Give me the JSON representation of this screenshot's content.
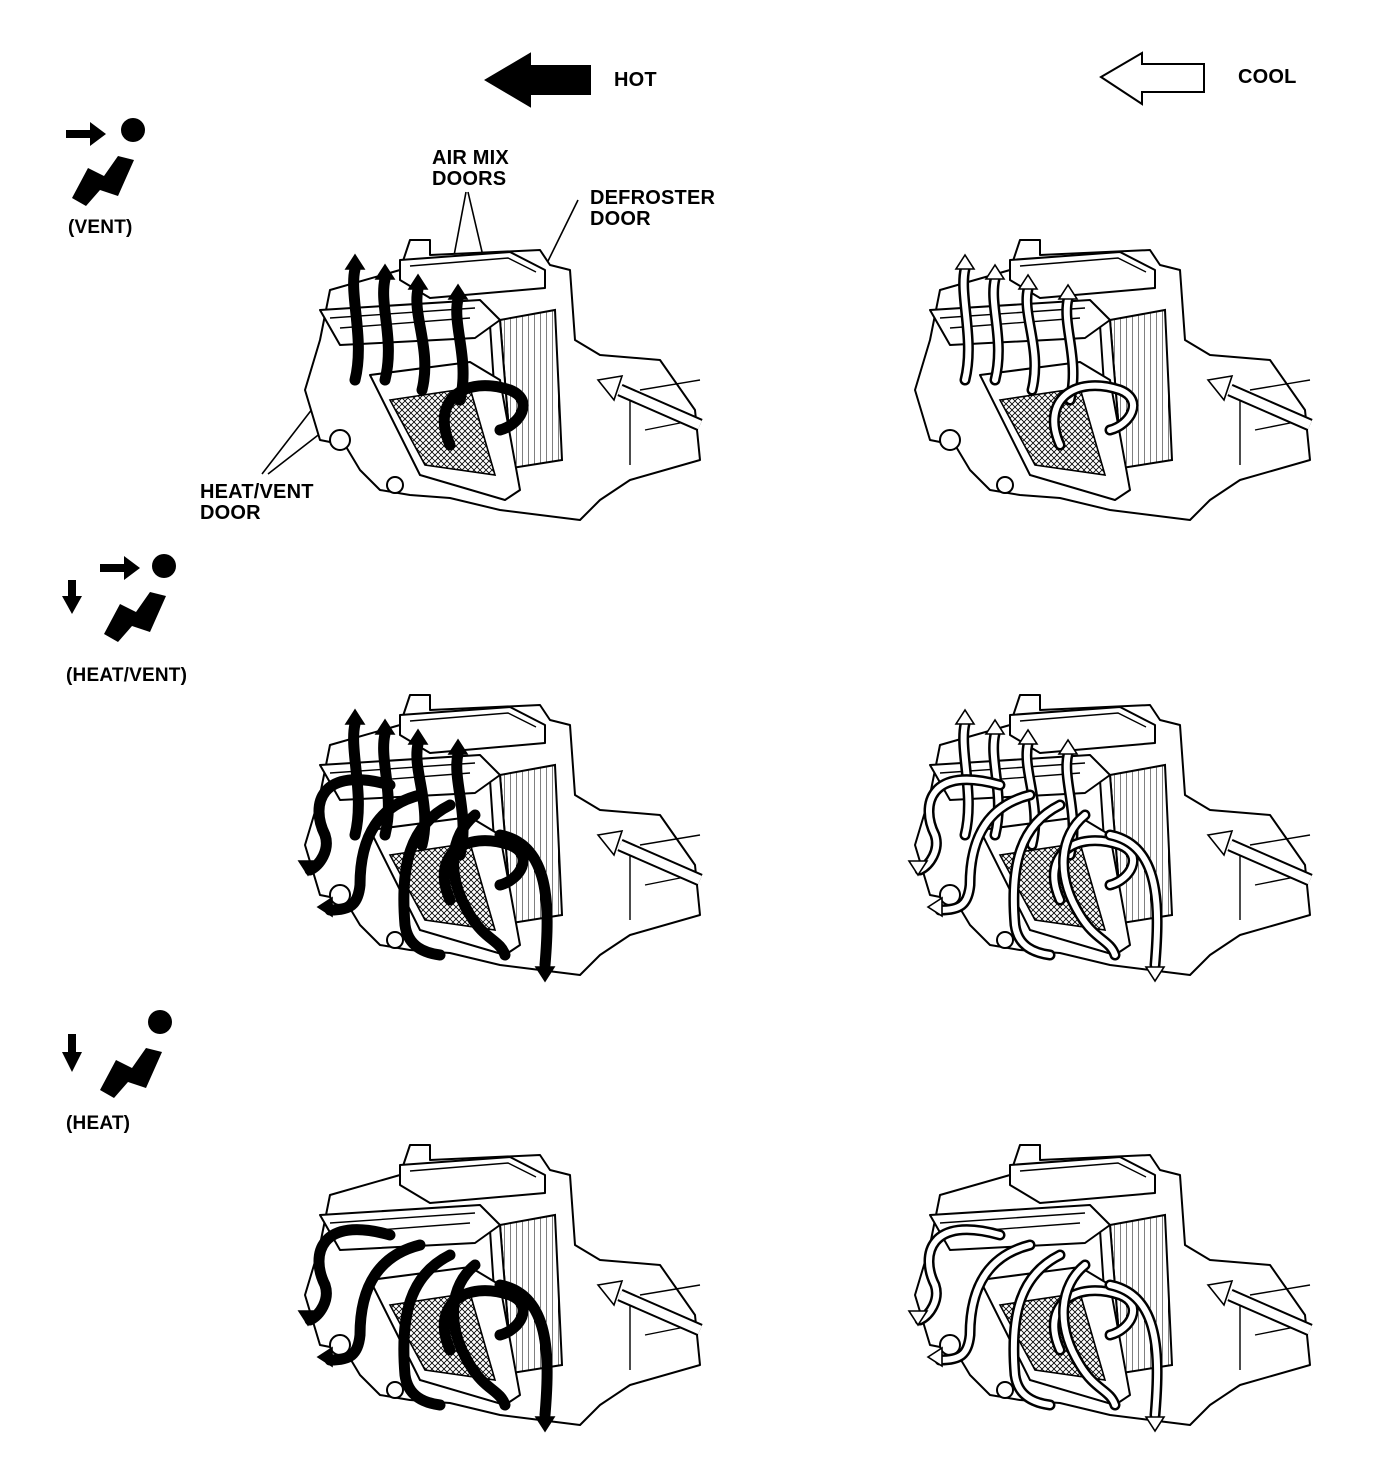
{
  "legend": {
    "hot": {
      "label": "HOT",
      "arrow_fill": "#000000"
    },
    "cool": {
      "label": "COOL",
      "arrow_fill": "#ffffff"
    }
  },
  "modes": [
    {
      "label": "(VENT)",
      "icon": "vent-mode-icon"
    },
    {
      "label": "(HEAT/VENT)",
      "icon": "heat-vent-mode-icon"
    },
    {
      "label": "(HEAT)",
      "icon": "heat-mode-icon"
    }
  ],
  "callouts": {
    "air_mix_doors_1": "AIR MIX",
    "air_mix_doors_2": "DOORS",
    "defroster_door_1": "DEFROSTER",
    "defroster_door_2": "DOOR",
    "heat_vent_door_1": "HEAT/VENT",
    "heat_vent_door_2": "DOOR"
  },
  "colors": {
    "hot_flow": "#000000",
    "cool_flow": "#ffffff",
    "outline": "#000000"
  }
}
